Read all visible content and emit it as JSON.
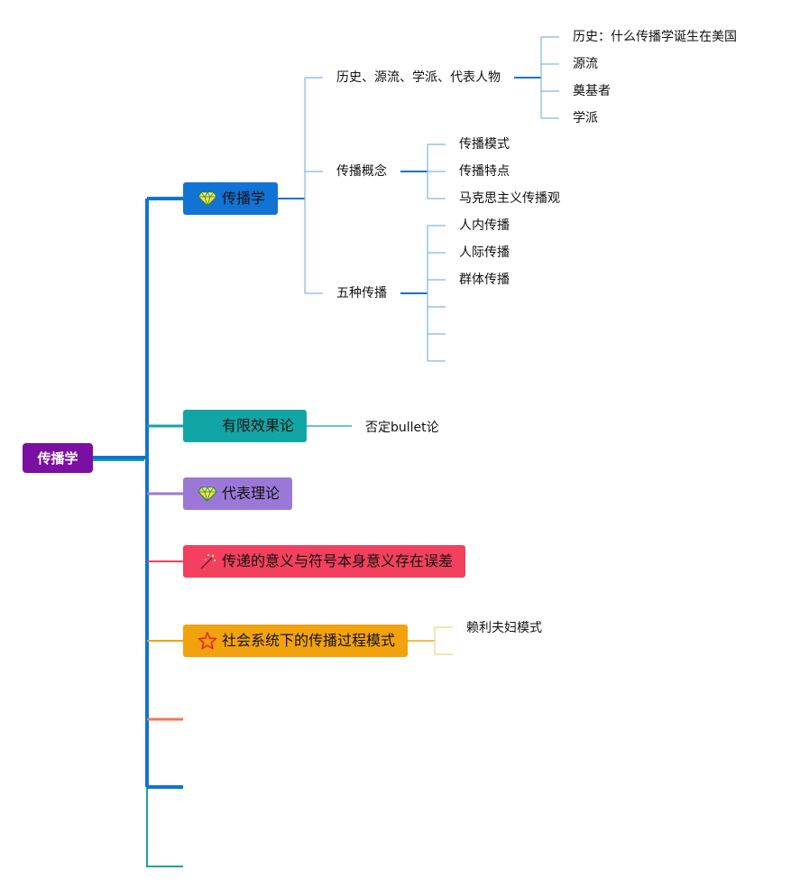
{
  "root": {
    "label": "传播学"
  },
  "branches": [
    {
      "label": "传播学",
      "icon": "diamond-icon",
      "color": "#1173d4",
      "children": [
        {
          "label": "历史、源流、学派、代表人物",
          "children": [
            "历史：什么传播学诞生在美国",
            "源流",
            "奠基者",
            "学派"
          ]
        },
        {
          "label": "传播概念",
          "children": [
            "传播模式",
            "传播特点",
            "马克思主义传播观"
          ]
        },
        {
          "label": "五种传播",
          "children": [
            "人内传播",
            "人际传播",
            "群体传播",
            "",
            "",
            ""
          ]
        }
      ]
    },
    {
      "label": "有限效果论",
      "icon": "",
      "color": "#12a5a5",
      "children": [
        {
          "label": "否定bullet论",
          "children": []
        }
      ]
    },
    {
      "label": "代表理论",
      "icon": "diamond-icon",
      "color": "#9b78d8",
      "children": []
    },
    {
      "label": "传递的意义与符号本身意义存在误差",
      "icon": "sparkle-icon",
      "color": "#f2405e",
      "children": []
    },
    {
      "label": "社会系统下的传播过程模式",
      "icon": "star-icon",
      "color": "#f2a20c",
      "children": [
        {
          "label": "赖利夫妇模式",
          "children": []
        }
      ]
    }
  ],
  "colors": {
    "root": "#7b0ea3",
    "trunk": "#1173d4",
    "teal": "#12a5a5",
    "purple": "#9b78d8",
    "red": "#f2405e",
    "orange": "#f2a20c",
    "coral": "#f07850",
    "light_blue": "#7fb6e0",
    "light_orange": "#f2d08a",
    "green_teal": "#1aa59a"
  }
}
